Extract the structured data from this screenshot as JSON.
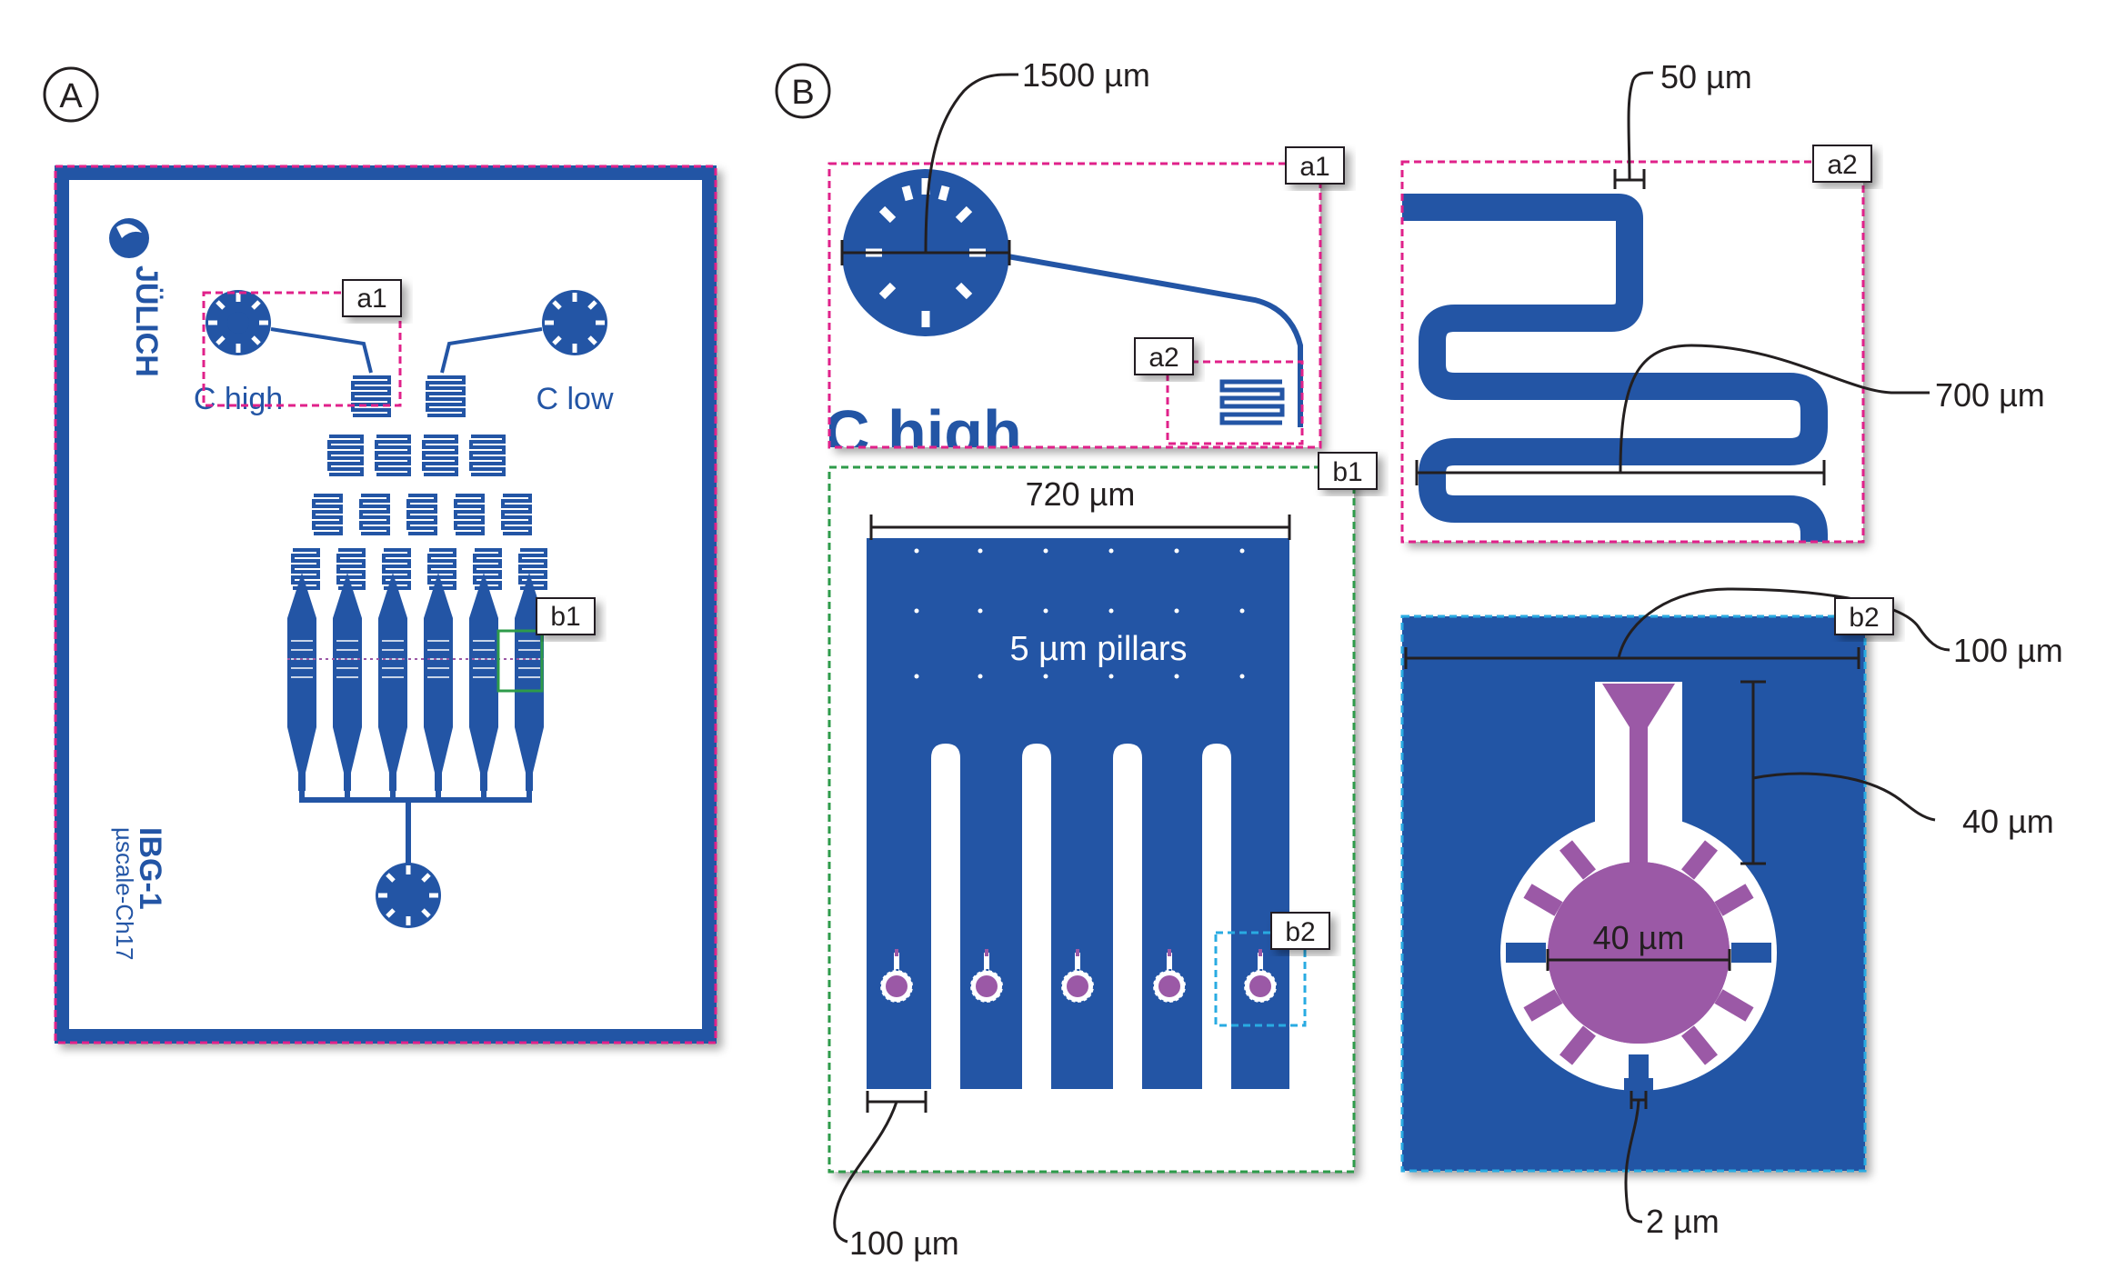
{
  "panels": {
    "A": {
      "letter": "A"
    },
    "B": {
      "letter": "B"
    }
  },
  "chip": {
    "logo_text": "JÜLICH",
    "inlet_high_label": "C  high",
    "inlet_low_label": "C  low",
    "chip_label_line1": "IBG-1",
    "chip_label_line2": "µscale-Ch17"
  },
  "tags": {
    "a1": "a1",
    "a2": "a2",
    "b1": "b1",
    "b2": "b2"
  },
  "annotations": {
    "a1_inlet_diameter": "1500 µm",
    "a1_partial_label": "C  high",
    "a2_channel_width": "50 µm",
    "a2_meander_length": "700 µm",
    "b1_width": "720 µm",
    "b1_pillars": "5 µm pillars",
    "b1_channel_width": "100 µm",
    "b2_width": "100 µm",
    "b2_height": "40 µm",
    "b2_chamber_diameter": "40 µm",
    "b2_gap": "2 µm"
  },
  "colors": {
    "chip_blue": "#2355a5",
    "chamber_purple": "#9b59a6",
    "frame_magenta": "#e0218a",
    "frame_green": "#2e9b4a",
    "frame_cyan": "#29abe2"
  }
}
